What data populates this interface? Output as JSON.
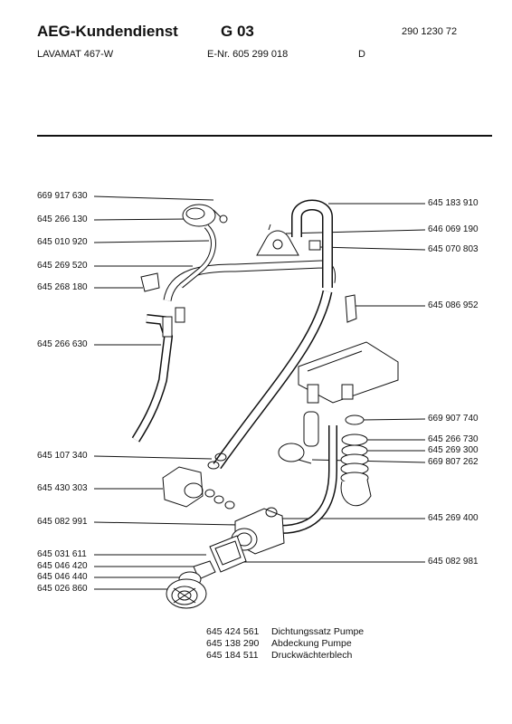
{
  "header": {
    "brand": "AEG-Kundendienst",
    "group": "G 03",
    "doc_number": "290 1230 72",
    "model": "LAVAMAT 467-W",
    "e_nr": "E-Nr. 605 299 018",
    "language": "D"
  },
  "callouts_left": [
    "669 917 630",
    "645 266 130",
    "645 010 920",
    "645 269 520",
    "645 268 180",
    "645 266 630",
    "645 107 340",
    "645 430 303",
    "645 082 991",
    "645 031 611",
    "645 046 420",
    "645 046 440",
    "645 026 860"
  ],
  "callouts_right": [
    "645 183 910",
    "646 069 190",
    "645 070 803",
    "645 086 952",
    "669 907 740",
    "645 266 730",
    "645 269 300",
    "669 807 262",
    "645 269 400",
    "645 082 981"
  ],
  "parts_list": [
    {
      "number": "645 424 561",
      "description": "Dichtungssatz Pumpe"
    },
    {
      "number": "645 138 290",
      "description": "Abdeckung Pumpe"
    },
    {
      "number": "645 184 511",
      "description": "Druckwächterblech"
    }
  ]
}
